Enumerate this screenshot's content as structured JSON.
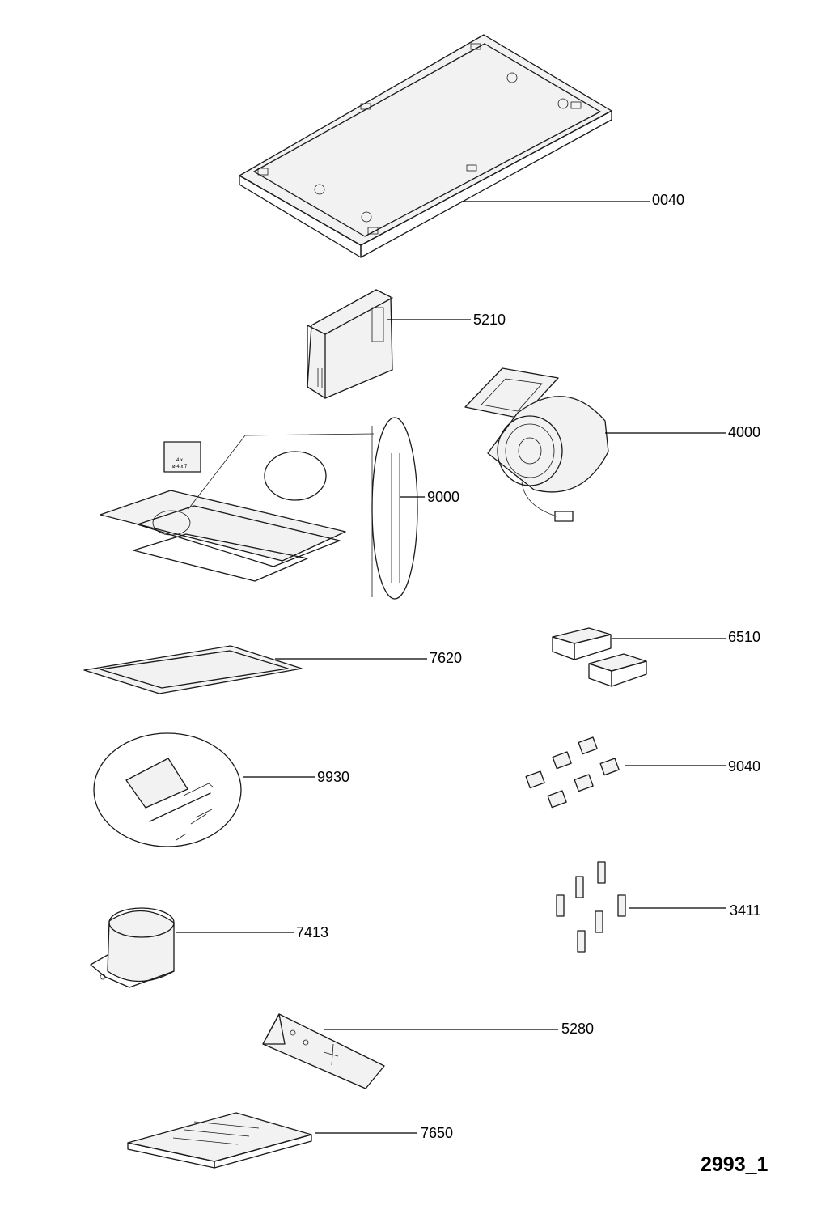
{
  "diagram_ref": "2993_1",
  "screw_spec": {
    "count": "4 x",
    "size": "ø 4 x 7"
  },
  "parts": {
    "p0040": "0040",
    "p5210": "5210",
    "p4000": "4000",
    "p9000": "9000",
    "p7620": "7620",
    "p6510": "6510",
    "p9930": "9930",
    "p9040": "9040",
    "p3411": "3411",
    "p7413": "7413",
    "p5280": "5280",
    "p7650": "7650"
  }
}
